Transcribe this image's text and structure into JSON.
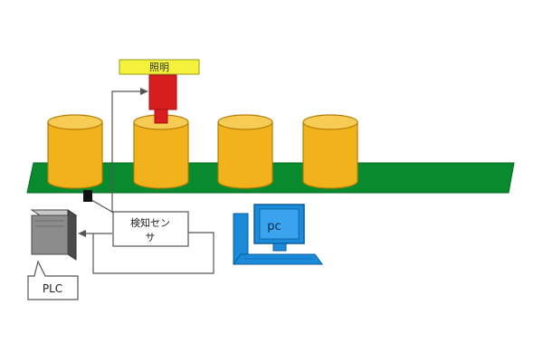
{
  "labels": {
    "light": "照明",
    "sensor_line1": "検知セン",
    "sensor_line2": "サ",
    "pc": "pc",
    "plc": "PLC"
  },
  "colors": {
    "conveyor": "#0a8a2e",
    "conveyor_edge": "#066a22",
    "can_body": "#f2b21c",
    "can_top": "#f7cc55",
    "can_edge": "#b57d05",
    "light_bar": "#f4f23a",
    "camera": "#d81f1f",
    "camera_dark": "#a60f0f",
    "sensor": "#111111",
    "pc_blue": "#1a8ad9",
    "pc_dark": "#0b5c9c",
    "plc_body": "#8c8c8c",
    "plc_dark": "#4a4a4a",
    "line": "#555555"
  }
}
